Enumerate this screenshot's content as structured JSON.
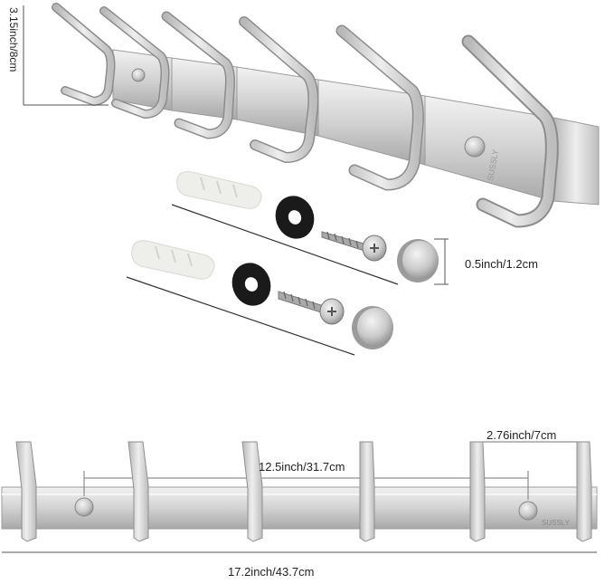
{
  "dimensions": {
    "height": "3.15inch/8cm",
    "cap_size": "0.5inch/1.2cm",
    "hook_spacing": "2.76inch/7cm",
    "mount_spacing": "12.5inch/31.7cm",
    "total_length": "17.2inch/43.7cm"
  },
  "brand_mark": "SUSSLY",
  "colors": {
    "steel_light": "#e6e6e6",
    "steel_mid": "#c4c4c4",
    "steel_dark": "#8f8f8f",
    "anchor": "#eeeeea",
    "washer": "#1a1a1a",
    "line": "#333333"
  }
}
